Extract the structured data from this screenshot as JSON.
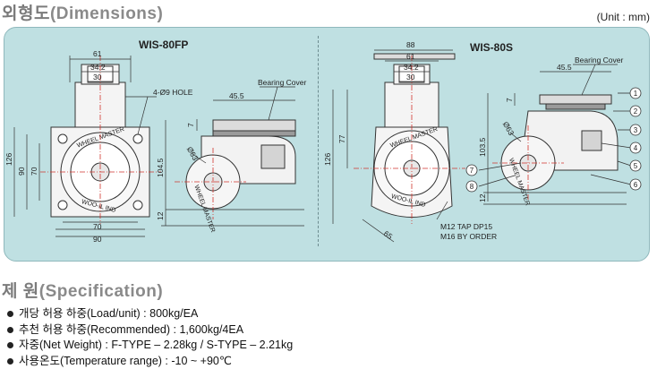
{
  "titles": {
    "dimensions_ko": "외형도",
    "dimensions_en": "(Dimensions)",
    "spec_ko": "제  원",
    "spec_en": "(Specification)",
    "unit": "(Unit : mm)"
  },
  "left_drawing": {
    "model": "WIS-80FP",
    "dim_61": "61",
    "dim_34_2": "34.2",
    "dim_30": "30",
    "hole": "4-Ø9 HOLE",
    "dim_126": "126",
    "dim_90_v": "90",
    "dim_70_v": "70",
    "dim_70_h": "70",
    "dim_90_h": "90",
    "bearing_cover": "Bearing Cover",
    "dim_45_5": "45.5",
    "dim_7": "7",
    "dim_63": "Ø63",
    "dim_104_5": "104.5",
    "dim_12": "12",
    "wheel_top": "WHEEL MASTER",
    "wheel_bottom": "WOO-IL IND",
    "wheel_side": "WHEEL MASTER"
  },
  "right_drawing": {
    "model": "WIS-80S",
    "dim_88": "88",
    "dim_61": "61",
    "dim_34_2": "34.2",
    "dim_30": "30",
    "bearing_cover": "Bearing Cover",
    "dim_45_5": "45.5",
    "dim_7": "7",
    "dim_126": "126",
    "dim_77": "77",
    "dim_103_5": "103.5",
    "dim_63": "Ø63",
    "dim_12": "12",
    "dim_65": "65",
    "tap": "M12 TAP DP15",
    "order": "M16 BY ORDER",
    "wheel_top": "WHEEL MASTER",
    "wheel_bottom": "WOO-IL IND",
    "wheel_side": "WHEEL MASTER",
    "callouts": [
      "1",
      "2",
      "3",
      "4",
      "5",
      "6",
      "7",
      "8"
    ]
  },
  "specs": [
    "개당 허용 하중(Load/unit) : 800kg/EA",
    "추천 허용 하중(Recommended) : 1,600kg/4EA",
    "자중(Net Weight) : F-TYPE – 2.28kg / S-TYPE – 2.21kg",
    "사용온도(Temperature range) : -10 ~ +90℃"
  ],
  "colors": {
    "panel_bg": "#bfe0e2",
    "title_gray": "#8a8a8a",
    "center_line": "#d0342c",
    "line": "#333333",
    "part_fill": "#f2f2f2",
    "plate_fill": "#9a9a9a"
  }
}
